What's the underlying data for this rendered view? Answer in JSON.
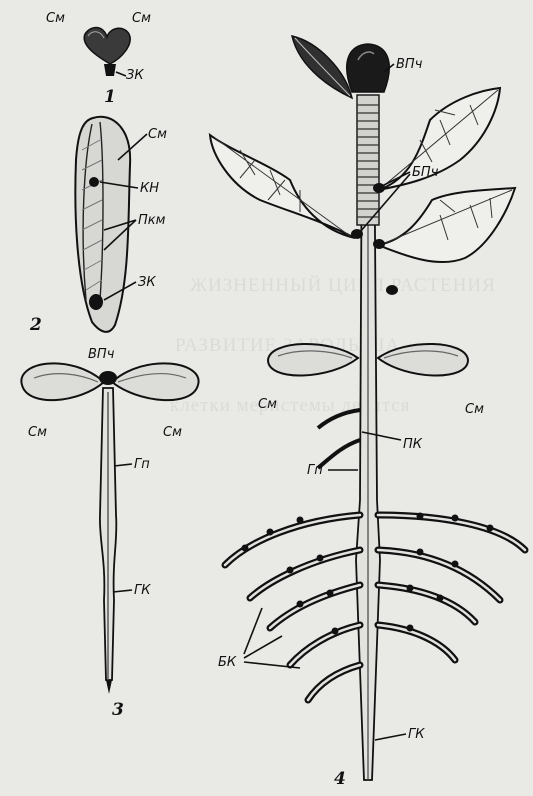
{
  "figure": {
    "panel_numbers": [
      "1",
      "2",
      "3",
      "4"
    ],
    "labels": {
      "cotyledon": "См",
      "germ_root": "ЗК",
      "cone_growth": "КН",
      "procambium": "Пкм",
      "apical_meristem": "ВПч",
      "lateral_buds": "БПч",
      "hypocotyl": "Гп",
      "main_root": "ГК",
      "lateral_roots": "БК",
      "adventitious_roots": "ПК"
    }
  }
}
